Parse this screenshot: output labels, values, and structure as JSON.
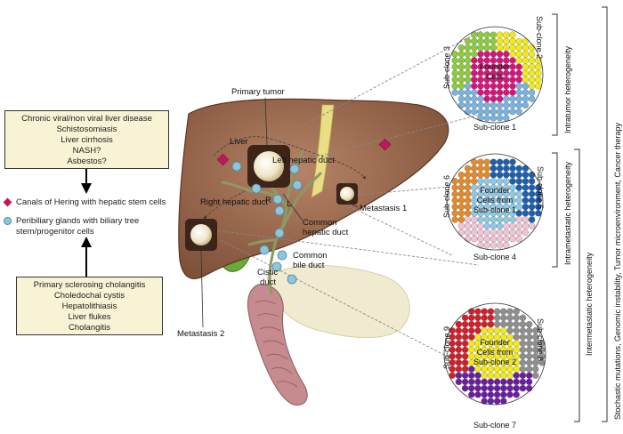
{
  "causes_top": [
    "Chronic viral/non viral liver disease",
    "Schistosomiasis",
    "Liver cirrhosis",
    "NASH?",
    "Asbestos?"
  ],
  "causes_bottom": [
    "Primary sclerosing cholangitis",
    "Choledochal cystis",
    "Hepatolithiasis",
    "Liver flukes",
    "Cholangitis"
  ],
  "legend": {
    "canals": "Canals of Hering with hepatic stem cells",
    "glands_line1": "Peribiliary glands with biliary tree",
    "glands_line2": "stem/progenitor cells"
  },
  "liver_labels": {
    "primary_tumor": "Primary tumor",
    "liver": "Liver",
    "left_hepatic_duct": "Left hepatic duct",
    "right_hepatic_duct": "Right hepatic duct",
    "r": "R",
    "l": "L",
    "common_hepatic_duct_1": "Common",
    "common_hepatic_duct_2": "hepatic duct",
    "metastasis_1": "Metastasis 1",
    "metastasis_2": "Metastasis 2",
    "cistic_duct_1": "Cistic",
    "cistic_duct_2": "duct",
    "common_bile_duct_1": "Common",
    "common_bile_duct_2": "bile duct"
  },
  "clone1": {
    "center_1": "Founder",
    "center_2": "Cells",
    "sub3": "Sub-clone 3",
    "sub2": "Sub-clone 2",
    "sub1": "Sub-clone 1"
  },
  "clone2": {
    "center_1": "Founder",
    "center_2": "Cells from",
    "center_3": "Sub-clone 1",
    "sub6": "Sub-clone 6",
    "sub5": "Sub-clone 5",
    "sub4": "Sub-clone 4"
  },
  "clone3": {
    "center_1": "Founder",
    "center_2": "Cells from",
    "center_3": "Sub-clone 2",
    "sub9": "Sub-clone 9",
    "sub8": "Sub-clone 8",
    "sub7": "Sub-clone 7"
  },
  "heterogeneity": {
    "intratumor": "Intratumor heterogeneity",
    "intrametastatic": "Intrametastatic heterogeneity",
    "intermetastatic": "Intermetastatic heterogeneity",
    "drivers": "Stochastic mutations, Genomic instability, Tumor microenvironment, Cancer therapy"
  },
  "colors": {
    "box_fill": "#f8f3d4",
    "liver": "#9b6b4f",
    "hering_marker": "#c2185b",
    "peribiliary_marker": "#8ec5d8",
    "gallbladder": "#6aaa3a",
    "founder_magenta": "#d6157c",
    "founder_blue": "#8ecae6",
    "founder_yellow": "#f2ea1a"
  }
}
